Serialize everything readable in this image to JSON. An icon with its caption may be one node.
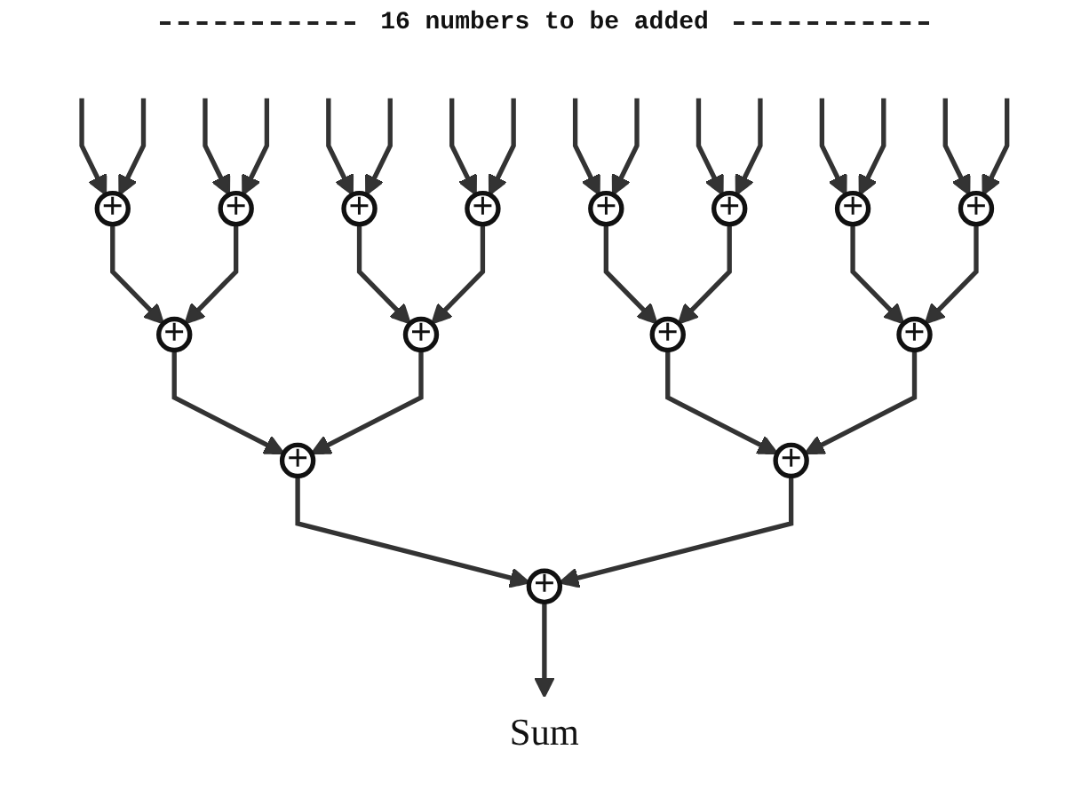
{
  "diagram": {
    "title": "16 numbers to be added",
    "nodes": [
      {
        "text": [
          "+"
        ]
      },
      {
        "text": [
          "+"
        ]
      },
      {
        "text": [
          "+"
        ]
      },
      {
        "text": [
          "+"
        ]
      },
      {
        "text": [
          "+"
        ]
      },
      {
        "text": [
          "+"
        ]
      },
      {
        "text": [
          "+"
        ]
      },
      {
        "text": [
          "+"
        ]
      },
      {
        "text": [
          "+"
        ]
      },
      {
        "text": [
          "+"
        ]
      },
      {
        "text": [
          "+"
        ]
      },
      {
        "text": [
          "+"
        ]
      },
      {
        "text": [
          "+"
        ]
      },
      {
        "text": [
          "+"
        ]
      },
      {
        "text": [
          "+"
        ]
      },
      {
        "text": [
          "Sum"
        ]
      }
    ],
    "edges": [
      {
        "from": null,
        "to": 0,
        "arrow": "to"
      },
      {
        "from": null,
        "to": 0,
        "arrow": "to"
      },
      {
        "from": null,
        "to": 1,
        "arrow": "to"
      },
      {
        "from": null,
        "to": 1,
        "arrow": "to"
      },
      {
        "from": null,
        "to": 2,
        "arrow": "to"
      },
      {
        "from": null,
        "to": 2,
        "arrow": "to"
      },
      {
        "from": null,
        "to": 3,
        "arrow": "to"
      },
      {
        "from": null,
        "to": 3,
        "arrow": "to"
      },
      {
        "from": null,
        "to": 4,
        "arrow": "to"
      },
      {
        "from": null,
        "to": 4,
        "arrow": "to"
      },
      {
        "from": null,
        "to": 5,
        "arrow": "to"
      },
      {
        "from": null,
        "to": 5,
        "arrow": "to"
      },
      {
        "from": null,
        "to": 6,
        "arrow": "to"
      },
      {
        "from": null,
        "to": 6,
        "arrow": "to"
      },
      {
        "from": null,
        "to": 7,
        "arrow": "to"
      },
      {
        "from": null,
        "to": 7,
        "arrow": "to"
      },
      {
        "from": 0,
        "to": 8,
        "arrow": "to"
      },
      {
        "from": 1,
        "to": 8,
        "arrow": "to"
      },
      {
        "from": 2,
        "to": 9,
        "arrow": "to"
      },
      {
        "from": 3,
        "to": 9,
        "arrow": "to"
      },
      {
        "from": 4,
        "to": 10,
        "arrow": "to"
      },
      {
        "from": 5,
        "to": 10,
        "arrow": "to"
      },
      {
        "from": 6,
        "to": 11,
        "arrow": "to"
      },
      {
        "from": 7,
        "to": 11,
        "arrow": "to"
      },
      {
        "from": 8,
        "to": 12,
        "arrow": "to"
      },
      {
        "from": 9,
        "to": 12,
        "arrow": "to"
      },
      {
        "from": 10,
        "to": 13,
        "arrow": "to"
      },
      {
        "from": 11,
        "to": 13,
        "arrow": "to"
      },
      {
        "from": 12,
        "to": 14,
        "arrow": "to"
      },
      {
        "from": 13,
        "to": 14,
        "arrow": "to"
      },
      {
        "from": 14,
        "to": 15,
        "arrow": "to"
      }
    ]
  }
}
